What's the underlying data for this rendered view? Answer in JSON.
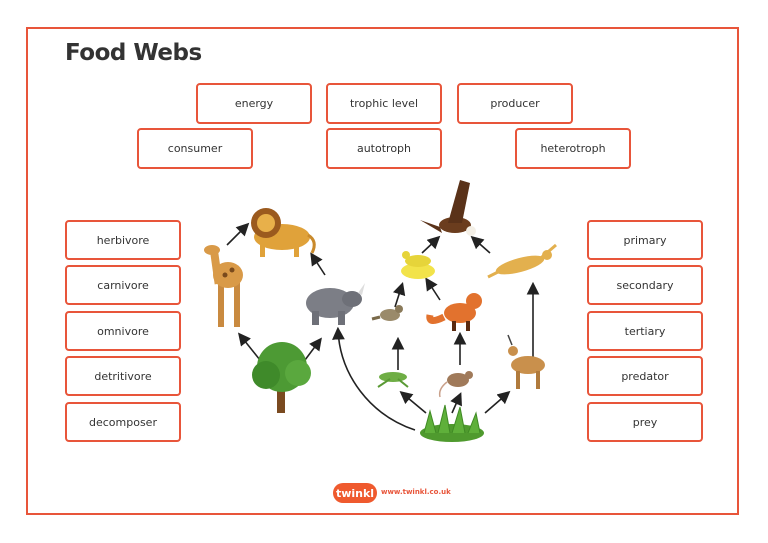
{
  "title": "Food Webs",
  "top_cards": [
    "energy",
    "trophic level",
    "producer",
    "consumer",
    "autotroph",
    "heterotroph"
  ],
  "left_cards": [
    "herbivore",
    "carnivore",
    "omnivore",
    "detritivore",
    "decomposer"
  ],
  "right_cards": [
    "primary",
    "secondary",
    "tertiary",
    "predator",
    "prey"
  ],
  "footer": {
    "logo": "twinkl",
    "url": "www.twinkl.co.uk"
  },
  "icons": [
    "lion-icon",
    "giraffe-icon",
    "rhino-icon",
    "tree-icon",
    "eagle-icon",
    "snake-icon",
    "cheetah-icon",
    "bird-icon",
    "fox-icon",
    "grasshopper-icon",
    "mouse-icon",
    "antelope-icon",
    "grass-icon"
  ],
  "colors": {
    "accent": "#e8553a"
  }
}
